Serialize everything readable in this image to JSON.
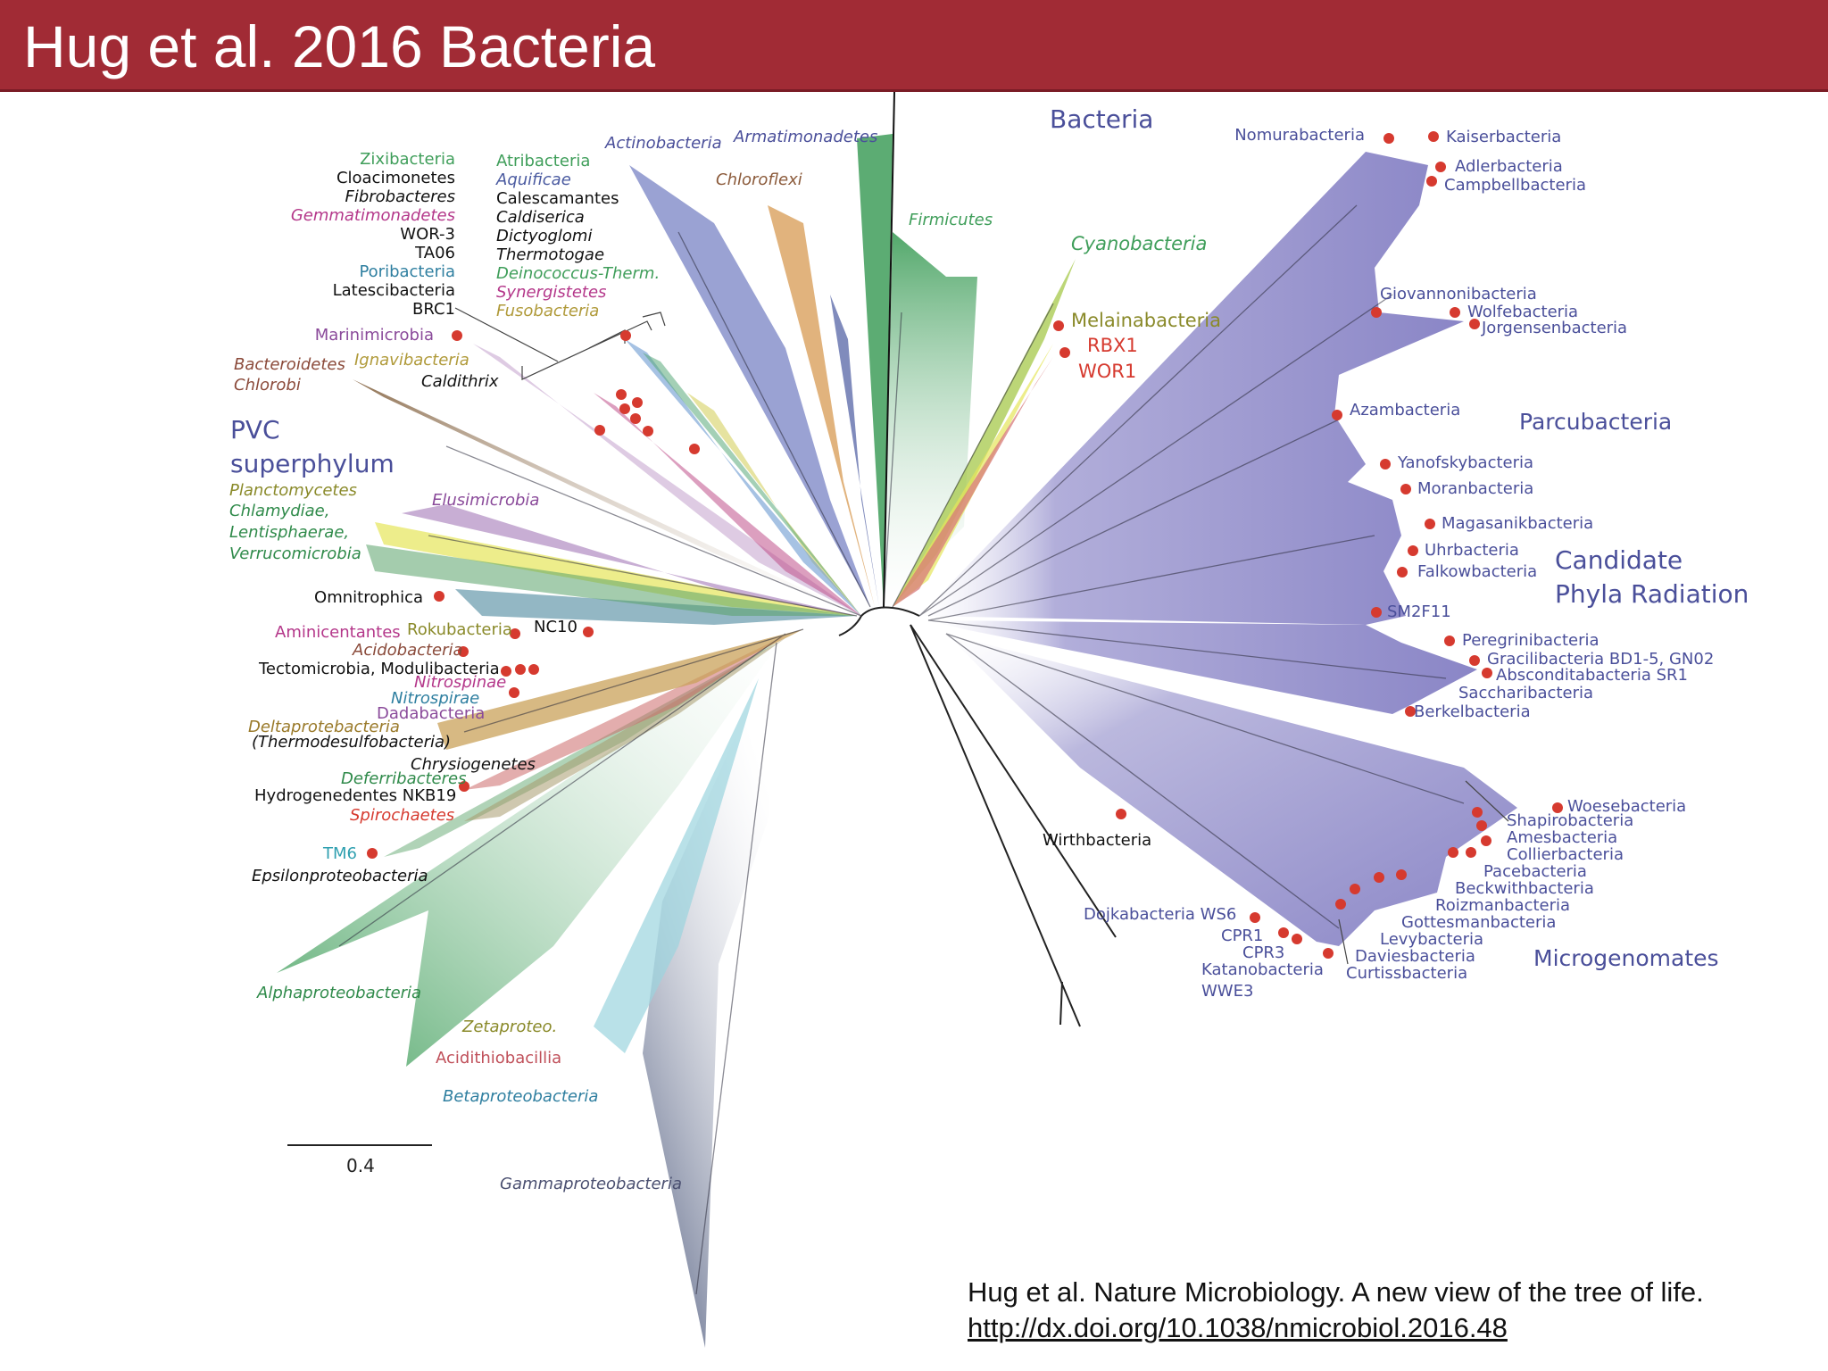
{
  "title": "Hug et al. 2016 Bacteria",
  "citation": {
    "text": "Hug et al. Nature Microbiology. A new view of the tree of life.",
    "link": "http://dx.doi.org/10.1038/nmicrobiol.2016.48"
  },
  "scale_bar": "0.4",
  "domain_label": "Bacteria",
  "group_labels": {
    "pvc": [
      "PVC",
      "superphylum"
    ],
    "parcubacteria": "Parcubacteria",
    "cpr": [
      "Candidate",
      "Phyla Radiation"
    ],
    "microgenomates": "Microgenomates"
  },
  "colors": {
    "header": "#a12b35",
    "marker": "#d63a2f",
    "cpr_wedge": "#7d78c0",
    "green_wedge": "#3f9e5a",
    "blue_wedge": "#6f7bc0",
    "orange_wedge": "#d79a52",
    "brown_wedge": "#9b7f62",
    "teal_wedge": "#4f8fa0",
    "yellow_wedge": "#e3e35a",
    "purple_wedge": "#9a6bb0",
    "slate_wedge": "#3b4a70",
    "cyan_wedge": "#8ad0dc"
  },
  "labels": {
    "zixibacteria": "Zixibacteria",
    "cloacimonetes": "Cloacimonetes",
    "fibrobacteres": "Fibrobacteres",
    "gemmatimonadetes": "Gemmatimonadetes",
    "wor3": "WOR-3",
    "ta06": "TA06",
    "poribacteria": "Poribacteria",
    "latescibacteria": "Latescibacteria",
    "brc1": "BRC1",
    "atribacteria": "Atribacteria",
    "aquificae": "Aquificae",
    "calescamantes": "Calescamantes",
    "caldiserica": "Caldiserica",
    "dictyoglomi": "Dictyoglomi",
    "thermotogae": "Thermotogae",
    "deinococcus": "Deinococcus-Therm.",
    "synergistetes": "Synergistetes",
    "fusobacteria": "Fusobacteria",
    "actinobacteria": "Actinobacteria",
    "armatimonadetes": "Armatimonadetes",
    "chloroflexi": "Chloroflexi",
    "firmicutes": "Firmicutes",
    "cyanobacteria": "Cyanobacteria",
    "melainabacteria": "Melainabacteria",
    "rbx1": "RBX1",
    "wor1": "WOR1",
    "marinimicrobia": "Marinimicrobia",
    "bacteroidetes": "Bacteroidetes",
    "chlorobi": "Chlorobi",
    "ignavibacteria": "Ignavibacteria",
    "caldithrix": "Caldithrix",
    "planctomycetes": "Planctomycetes",
    "chlamydiae": "Chlamydiae,",
    "lentisphaerae": "Lentisphaerae,",
    "verrucomicrobia": "Verrucomicrobia",
    "elusimicrobia": "Elusimicrobia",
    "omnitrophica": "Omnitrophica",
    "aminicentantes": "Aminicentantes",
    "rokubacteria": "Rokubacteria",
    "nc10": "NC10",
    "acidobacteria": "Acidobacteria",
    "tectomicrobia": "Tectomicrobia, Modulibacteria",
    "nitrospinae": "Nitrospinae",
    "nitrospirae": "Nitrospirae",
    "dadabacteria": "Dadabacteria",
    "deltaproteobacteria": "Deltaprotebacteria",
    "thermodesulfobacteria": "(Thermodesulfobacteria)",
    "chrysiogenetes": "Chrysiogenetes",
    "deferribacteres": "Deferribacteres",
    "hydrogenedentes": "Hydrogenedentes NKB19",
    "spirochaetes": "Spirochaetes",
    "tm6": "TM6",
    "epsilonproteobacteria": "Epsilonproteobacteria",
    "alphaproteobacteria": "Alphaproteobacteria",
    "zetaproteo": "Zetaproteo.",
    "acidithiobacillia": "Acidithiobacillia",
    "betaproteobacteria": "Betaproteobacteria",
    "gammaproteobacteria": "Gammaproteobacteria",
    "wirthbacteria": "Wirthbacteria",
    "nomurabacteria": "Nomurabacteria",
    "kaiserbacteria": "Kaiserbacteria",
    "adlerbacteria": "Adlerbacteria",
    "campbellbacteria": "Campbellbacteria",
    "giovannonibacteria": "Giovannonibacteria",
    "wolfebacteria": "Wolfebacteria",
    "jorgensenbacteria": "Jorgensenbacteria",
    "azambacteria": "Azambacteria",
    "yanofskybacteria": "Yanofskybacteria",
    "moranbacteria": "Moranbacteria",
    "magasanikbacteria": "Magasanikbacteria",
    "uhrbacteria": "Uhrbacteria",
    "falkowbacteria": "Falkowbacteria",
    "sm2f11": "SM2F11",
    "peregrinibacteria": "Peregrinibacteria",
    "gracilibacteria": "Gracilibacteria BD1-5, GN02",
    "absconditabacteria": "Absconditabacteria SR1",
    "saccharibacteria": "Saccharibacteria",
    "berkelbacteria": "Berkelbacteria",
    "woesebacteria": "Woesebacteria",
    "shapirobacteria": "Shapirobacteria",
    "amesbacteria": "Amesbacteria",
    "collierbacteria": "Collierbacteria",
    "pacebacteria": "Pacebacteria",
    "beckwithbacteria": "Beckwithbacteria",
    "roizmanbacteria": "Roizmanbacteria",
    "gottesmanbacteria": "Gottesmanbacteria",
    "levybacteria": "Levybacteria",
    "daviesbacteria": "Daviesbacteria",
    "curtissbacteria": "Curtissbacteria",
    "dojkabacteria": "Dojkabacteria WS6",
    "cpr1": "CPR1",
    "cpr3": "CPR3",
    "katanobacteria": "Katanobacteria",
    "wwe3": "WWE3"
  }
}
